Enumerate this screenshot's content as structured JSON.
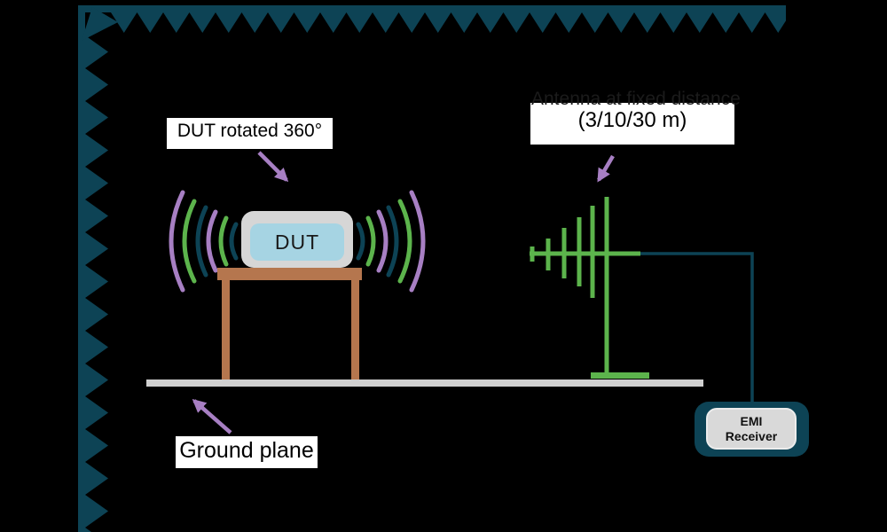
{
  "diagram": {
    "type": "EMC radiated-emissions test setup in semi-anechoic chamber"
  },
  "annotations": {
    "dut_rotated": "DUT rotated 360°",
    "antenna_distance_line1": "Antenna at fixed distance",
    "antenna_distance_line2": "(3/10/30 m)",
    "ground_plane": "Ground plane"
  },
  "equipment": {
    "dut_label": "DUT",
    "emi_receiver_line1": "EMI",
    "emi_receiver_line2": "Receiver"
  },
  "colors": {
    "background": "#000000",
    "absorber_teal": "#0d4355",
    "wave_arc_purple": "#a77fc3",
    "wave_arc_green": "#5cb44c",
    "wave_arc_teal": "#0d4355",
    "table_brown": "#b5764e",
    "dut_outer_gray": "#d6d6d6",
    "dut_screen_blue": "#a6d4e3",
    "antenna_green": "#5cb44c",
    "cable_teal": "#0d4355",
    "ground_plane_gray": "#d0d0d0",
    "receiver_outer_teal": "#0d4355",
    "receiver_inner_gray": "#d9d9d9",
    "annotation_arrow_purple": "#a77fc3",
    "label_background": "#ffffff",
    "label_text": "#000000"
  }
}
